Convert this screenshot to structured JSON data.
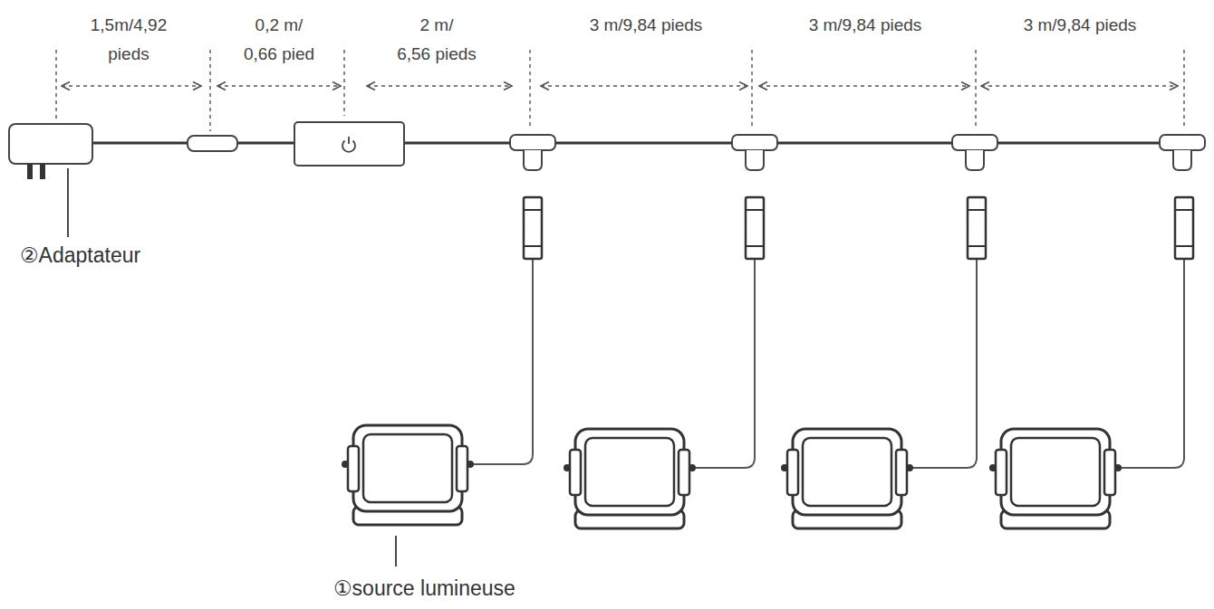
{
  "diagram": {
    "labels": [
      "1,5m/4,92 pieds",
      "0,2 m/ 0,66 pied",
      "2 m/ 6,56 pieds",
      "3 m/9,84 pieds",
      "3 m/9,84 pieds",
      "3 m/9,84 pieds",
      "②Adaptateur",
      "①source lumineuse"
    ]
  }
}
